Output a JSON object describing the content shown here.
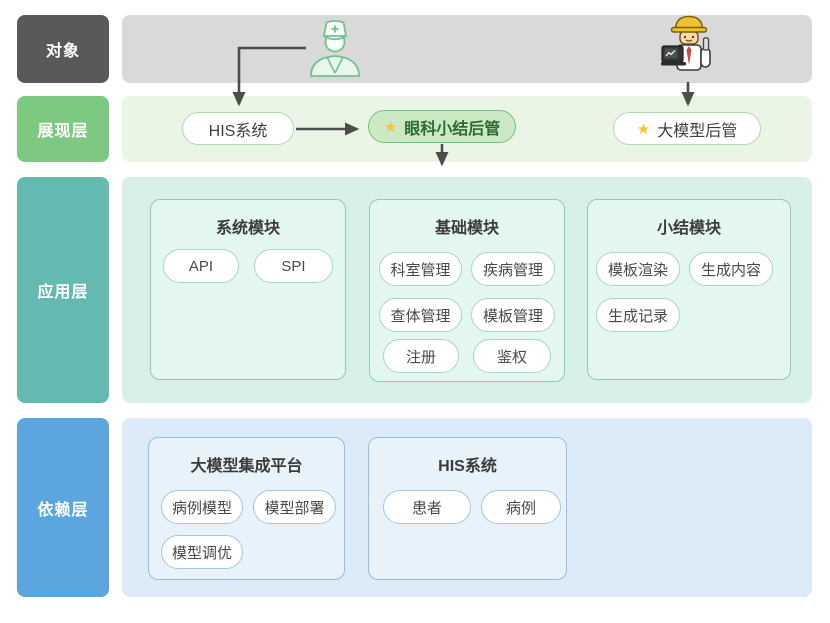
{
  "sidebar": {
    "layers": [
      {
        "label": "对象"
      },
      {
        "label": "展现层"
      },
      {
        "label": "应用层"
      },
      {
        "label": "依赖层"
      }
    ]
  },
  "presentation": {
    "star_glyph": "★",
    "his_pill": "HIS系统",
    "eye_admin_pill": "眼科小结后管",
    "model_admin_pill": "大模型后管"
  },
  "application": {
    "cards": [
      {
        "title": "系统模块",
        "pills": [
          "API",
          "SPI"
        ]
      },
      {
        "title": "基础模块",
        "pills": [
          "科室管理",
          "疾病管理",
          "查体管理",
          "模板管理",
          "注册",
          "鉴权"
        ]
      },
      {
        "title": "小结模块",
        "pills": [
          "模板渲染",
          "生成内容",
          "生成记录"
        ]
      }
    ]
  },
  "dependency": {
    "cards": [
      {
        "title": "大模型集成平台",
        "pills": [
          "病例模型",
          "模型部署",
          "模型调优"
        ]
      },
      {
        "title": "HIS系统",
        "pills": [
          "患者",
          "病例"
        ]
      }
    ]
  },
  "icons": {
    "doctor": "doctor-icon",
    "engineer": "engineer-icon"
  },
  "colors": {
    "label_objects_bg": "#595959",
    "label_presentation_bg": "#7ec981",
    "label_application_bg": "#64bab0",
    "label_dependency_bg": "#5ba6de",
    "band_objects_bg": "#d9d9d9",
    "band_presentation_bg": "#eaf5e5",
    "band_application_bg": "#d9f0ea",
    "band_dependency_bg": "#dcebf7",
    "highlight_pill_bg": "#cbe9c5",
    "highlight_pill_border": "#77c17a",
    "highlight_pill_text": "#2e6b33",
    "star_color": "#f5c33c",
    "arrow_color": "#4d4d4d"
  }
}
